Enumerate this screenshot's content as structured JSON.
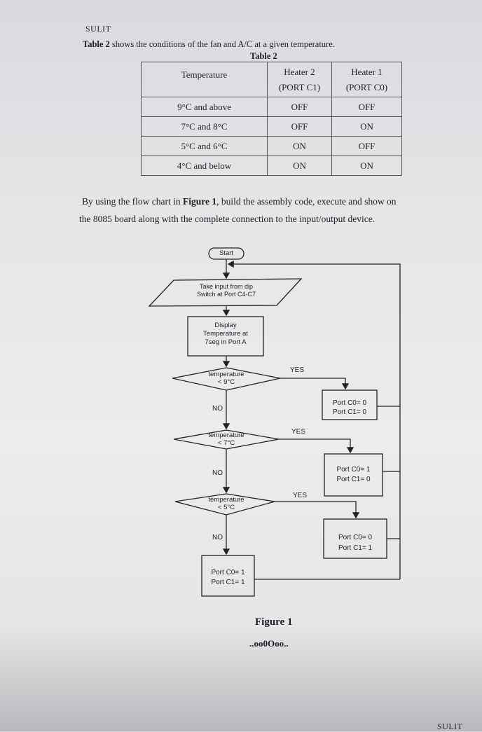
{
  "header": "SULIT",
  "intro": {
    "bold": "Table 2",
    "rest": " shows the conditions of the fan and A/C at a given temperature."
  },
  "table_title": "Table 2",
  "table": {
    "col_headers": [
      "Temperature",
      "Heater 2",
      "Heater 1"
    ],
    "col_sub": [
      "",
      "(PORT C1)",
      "(PORT C0)"
    ],
    "rows": [
      [
        "9°C and above",
        "OFF",
        "OFF"
      ],
      [
        "7°C and 8°C",
        "OFF",
        "ON"
      ],
      [
        "5°C and 6°C",
        "ON",
        "OFF"
      ],
      [
        "4°C and below",
        "ON",
        "ON"
      ]
    ]
  },
  "instruction": {
    "part1": "By using the flow chart in ",
    "bold": "Figure 1",
    "part2": ", build the assembly code, execute and show on",
    "line2": "the 8085 board along with the complete connection to the input/output device."
  },
  "flow": {
    "start": "Start",
    "input": [
      "Take input from dip",
      "Switch at Port C4-C7"
    ],
    "display": [
      "Display",
      "Temperature at",
      "7seg in Port A"
    ],
    "decisions": [
      {
        "line1": "temperature",
        "line2": "< 9°C",
        "yes": "YES",
        "no": "NO",
        "box": [
          "Port C0= 0",
          "Port C1= 0"
        ]
      },
      {
        "line1": "temperature",
        "line2": "< 7°C",
        "yes": "YES",
        "no": "NO",
        "box": [
          "Port C0= 1",
          "Port C1= 0"
        ]
      },
      {
        "line1": "temperature",
        "line2": "< 5°C",
        "yes": "YES",
        "no": "NO",
        "box": [
          "Port C0= 0",
          "Port C1= 1"
        ]
      }
    ],
    "final": [
      "Port C0= 1",
      "Port C1= 1"
    ]
  },
  "caption": "Figure 1",
  "end_mark": "..oo0Ooo..",
  "footer": "SULIT"
}
